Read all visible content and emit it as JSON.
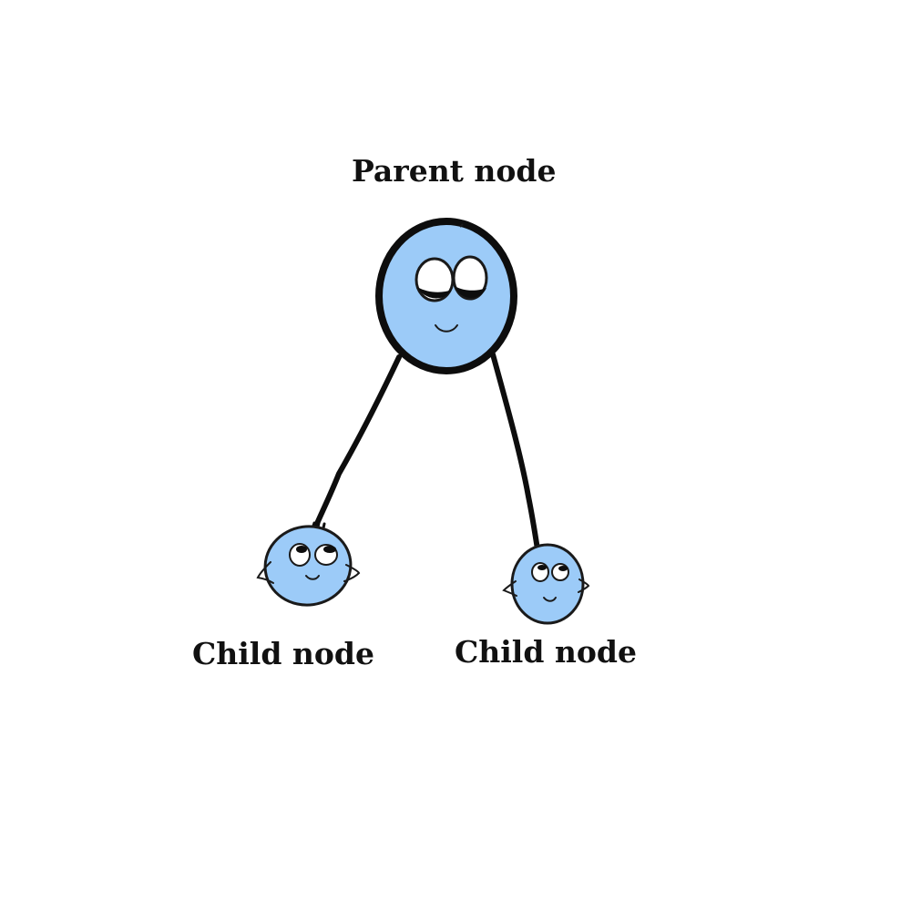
{
  "diagram": {
    "parent_label": "Parent node",
    "child_labels": [
      "Child node",
      "Child node"
    ]
  },
  "colors": {
    "background": "#ffffff",
    "node_fill": "#9ccbf8",
    "outline": "#0d0d0d",
    "label_text": "#111111"
  }
}
